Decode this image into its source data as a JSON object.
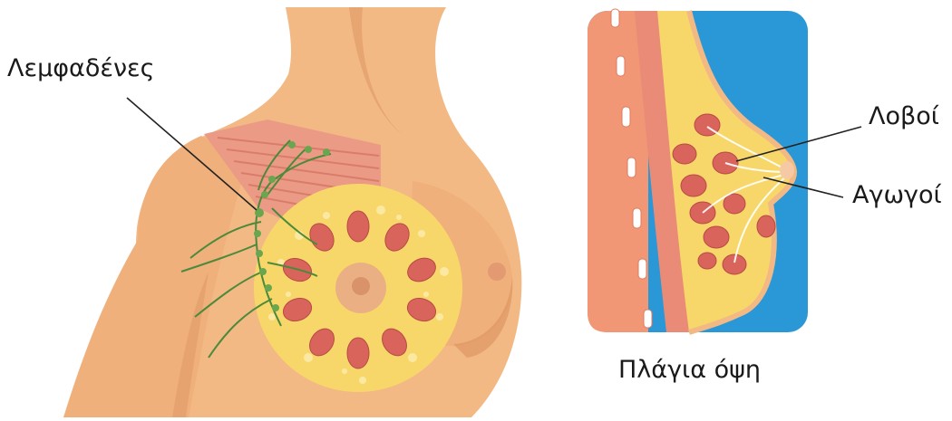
{
  "labels": {
    "lymph_nodes": "Λεμφαδένες",
    "lobes": "Λοβοί",
    "ducts": "Αγωγοί",
    "side_view": "Πλάγια όψη"
  },
  "colors": {
    "skin": "#f3b985",
    "skin_shadow": "#dd9663",
    "muscle": "#eb9a86",
    "muscle_stripe": "#d97d6a",
    "fat": "#f8d76a",
    "fat_dot": "#fbe9a2",
    "lobule": "#d9645c",
    "lymph": "#4c8a3a",
    "background_blue": "#2a97d6",
    "chest_wall": "#f19775",
    "rib": "#ffffff"
  },
  "icons": [
    "front-breast-anatomy-illustration",
    "side-view-breast-anatomy-illustration"
  ]
}
